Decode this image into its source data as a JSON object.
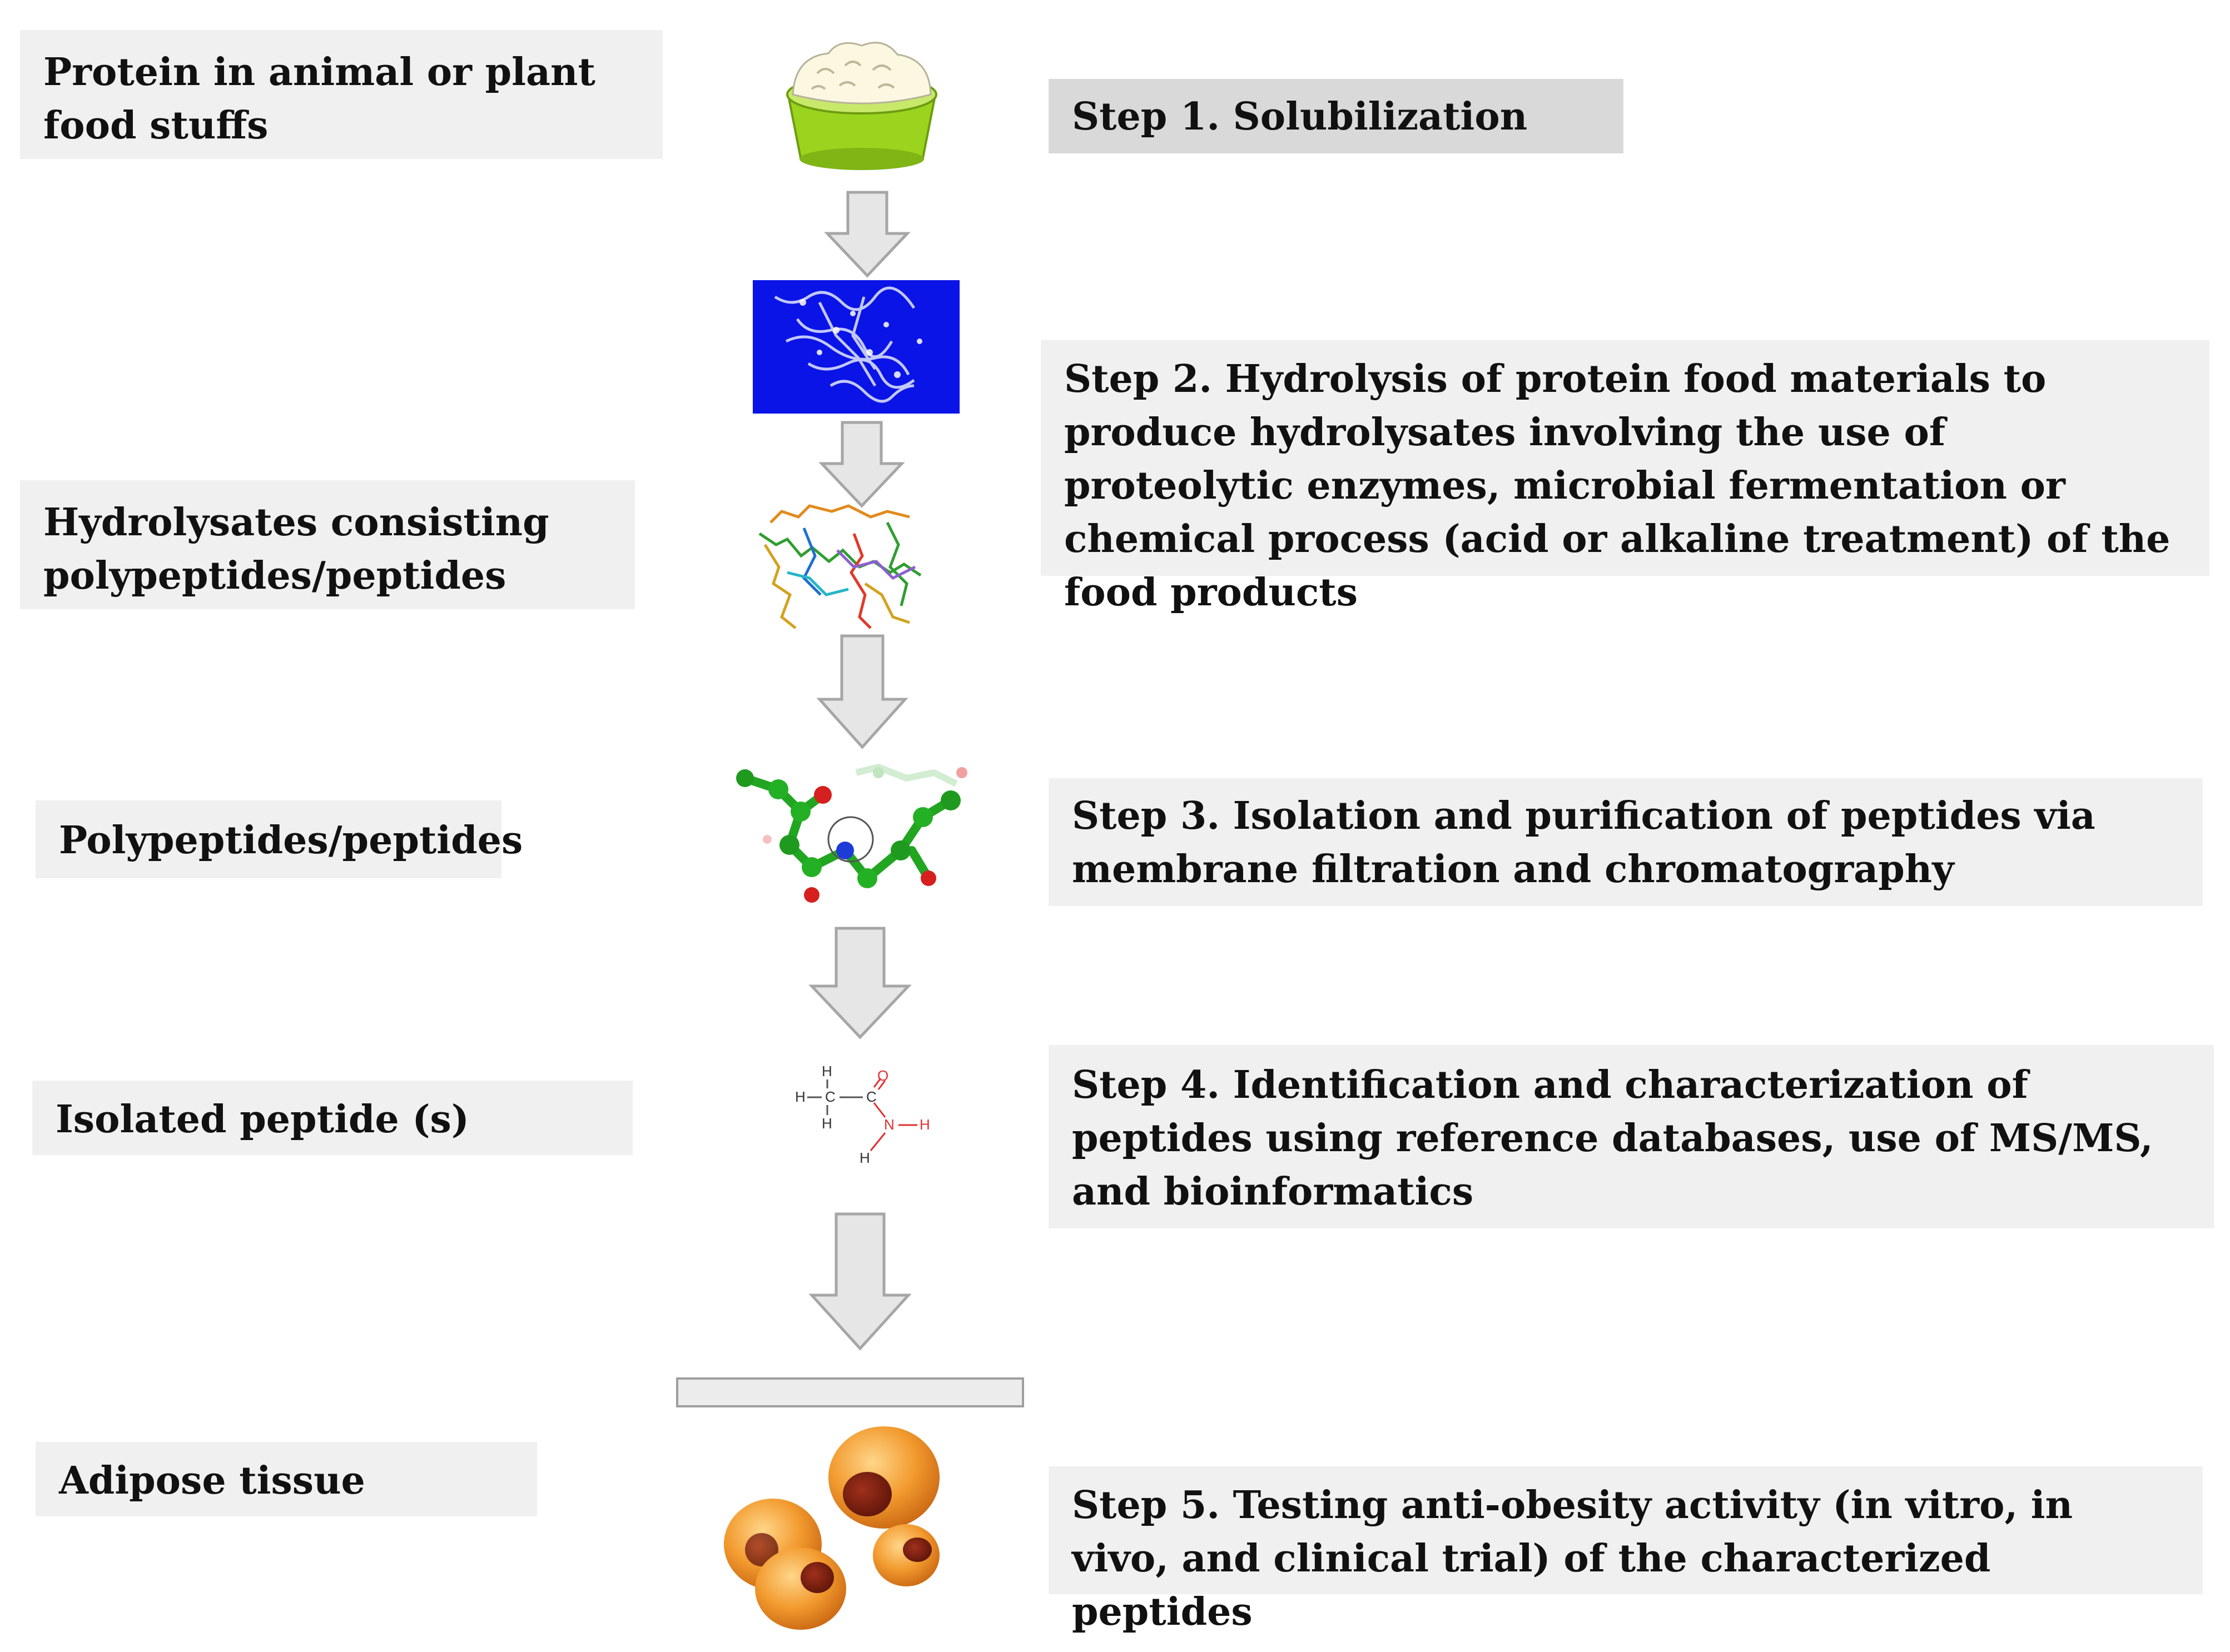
{
  "left_labels": {
    "protein_source": "Protein in animal or plant food stuffs",
    "hydrolysates": "Hydrolysates consisting polypeptides/peptides",
    "polypeptides": "Polypeptides/peptides",
    "isolated_peptide": "Isolated peptide (s)",
    "adipose": "Adipose tissue"
  },
  "steps": {
    "step1": "Step 1. Solubilization",
    "step2": "Step 2. Hydrolysis of protein food materials to produce hydrolysates involving the use of proteolytic enzymes, microbial fermentation or chemical process (acid or alkaline treatment) of the food products",
    "step3": "Step 3. Isolation and purification of peptides via membrane filtration and chromatography",
    "step4": "Step 4. Identification and characterization of peptides using reference databases, use of MS/MS, and bioinformatics",
    "step5": "Step 5. Testing anti-obesity activity (in vitro, in vivo, and clinical trial) of the characterized peptides"
  },
  "colors": {
    "label_bg": "#f0f0f0",
    "step1_bg": "#d9d9d9",
    "arrow_fill": "#e6e6e6",
    "arrow_stroke": "#a6a6a6",
    "protein_panel": "#0a14e6",
    "bowl_green": "#9ad41e",
    "cell_orange": "#f29a2e"
  },
  "icons": [
    "food-bowl-icon",
    "protein-structure-icon",
    "peptide-mesh-icon",
    "ball-stick-peptide-icon",
    "acetamide-structure-icon",
    "adipose-cells-icon"
  ]
}
